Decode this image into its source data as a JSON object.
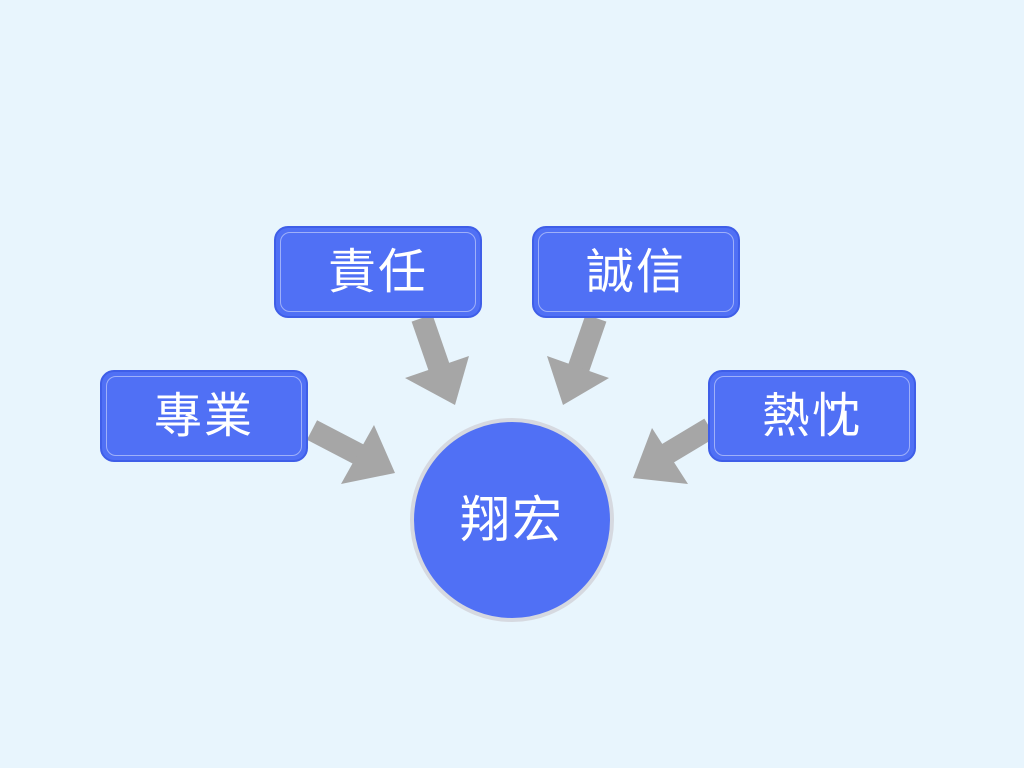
{
  "diagram": {
    "center": {
      "label": "翔宏"
    },
    "nodes": [
      {
        "id": "zeren",
        "label": "責任"
      },
      {
        "id": "chengxin",
        "label": "誠信"
      },
      {
        "id": "zhuanye",
        "label": "專業"
      },
      {
        "id": "reshen",
        "label": "熱忱"
      }
    ],
    "edges": [
      {
        "from": "zeren",
        "to": "center"
      },
      {
        "from": "chengxin",
        "to": "center"
      },
      {
        "from": "zhuanye",
        "to": "center"
      },
      {
        "from": "reshen",
        "to": "center"
      }
    ],
    "colors": {
      "background": "#e8f5fd",
      "node_fill": "#5070f5",
      "arrow": "#a6a6a6",
      "text": "#ffffff"
    }
  }
}
